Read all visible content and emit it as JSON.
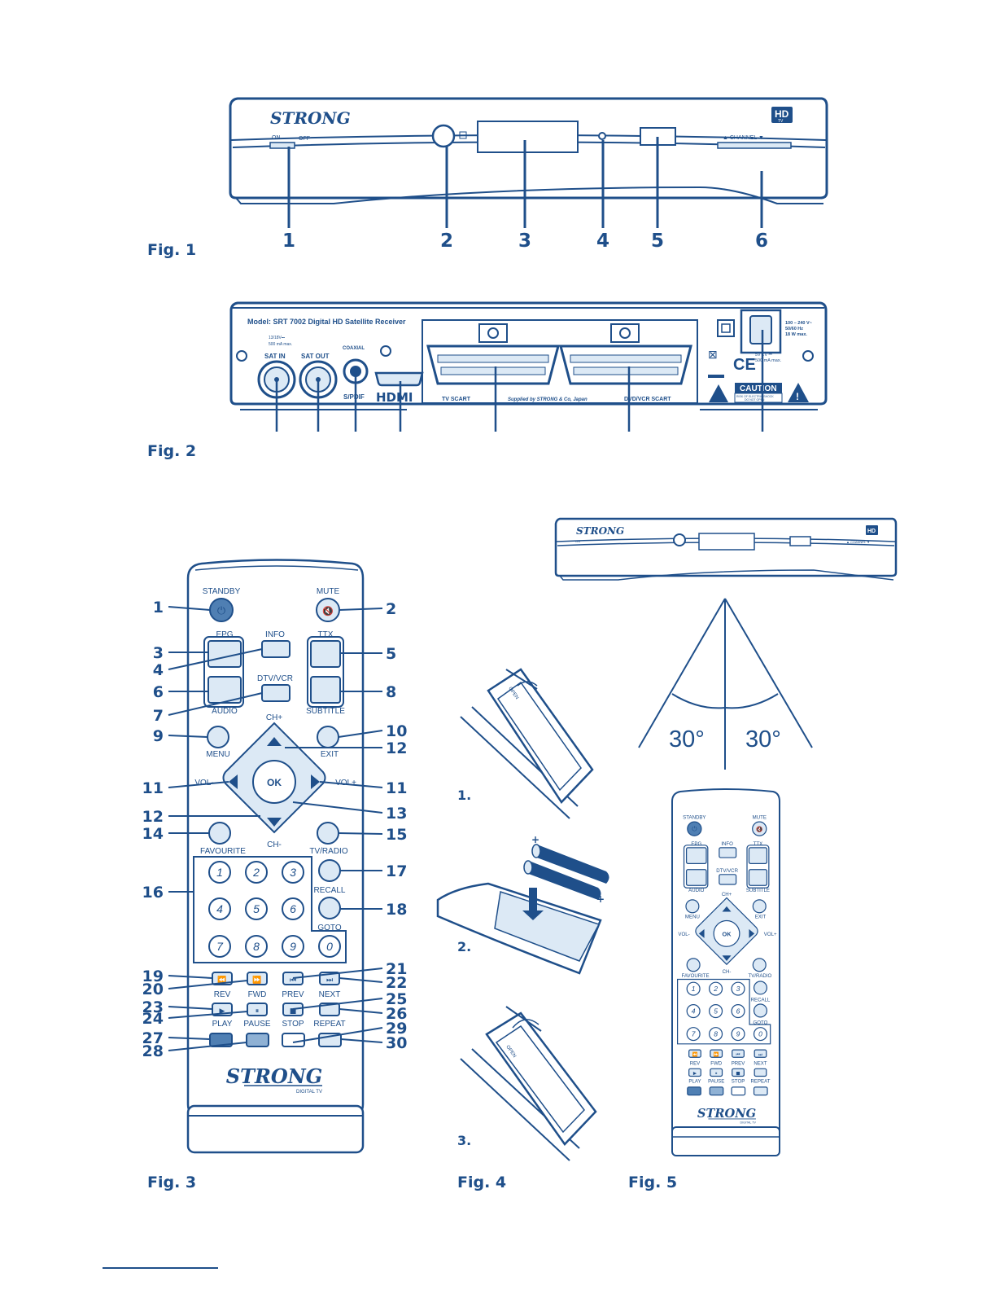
{
  "brand": "STRONG",
  "hd_badge": "HD",
  "hd_sub": "TV",
  "figures": {
    "fig1": "Fig. 1",
    "fig2": "Fig. 2",
    "fig3": "Fig. 3",
    "fig4": "Fig. 4",
    "fig5": "Fig. 5"
  },
  "front_panel": {
    "on_label": "ON",
    "off_label": "OFF",
    "channel_label": "▲ CHANNEL ▼",
    "callouts": [
      "1",
      "2",
      "3",
      "4",
      "5",
      "6"
    ]
  },
  "rear_panel": {
    "model": "Model: SRT 7002 Digital HD Satellite Receiver",
    "lnb_power": "13/18V⎓",
    "lnb_current": "500 mA max.",
    "sat_in": "SAT IN",
    "sat_out": "SAT OUT",
    "coaxial": "COAXIAL",
    "spdif": "S/PDIF",
    "hdmi": "HDMI",
    "tv_scart": "TV SCART",
    "supplied": "Supplied by STRONG & Co, Japan",
    "dvd_scart": "DVD/VCR SCART",
    "power_spec": [
      "100 – 240 V~",
      "50/60 Hz",
      "18 W max."
    ],
    "usb_spec": [
      "5V 1V ⎓",
      "500 mA max."
    ],
    "caution": "CAUTION",
    "caution_sub": [
      "RISK OF ELECTRIC SHOCK",
      "DO NOT OPEN"
    ]
  },
  "remote": {
    "buttons": {
      "standby": "STANDBY",
      "mute": "MUTE",
      "epg": "EPG",
      "info": "INFO",
      "ttx": "TTX",
      "audio": "AUDIO",
      "dtv_vcr": "DTV/VCR",
      "subtitle": "SUBTITLE",
      "ch_plus": "CH+",
      "ch_minus": "CH-",
      "menu": "MENU",
      "exit": "EXIT",
      "vol_minus": "VOL-",
      "vol_plus": "VOL+",
      "ok": "OK",
      "favourite": "FAVOURITE",
      "tv_radio": "TV/RADIO",
      "recall": "RECALL",
      "goto": "GOTO",
      "rev": "REV",
      "fwd": "FWD",
      "prev": "PREV",
      "next": "NEXT",
      "play": "PLAY",
      "pause": "PAUSE",
      "stop": "STOP",
      "repeat": "REPEAT"
    },
    "digits": [
      "1",
      "2",
      "3",
      "4",
      "5",
      "6",
      "7",
      "8",
      "9",
      "0"
    ],
    "logo_sub": "DIGITAL TV",
    "callouts": [
      "1",
      "2",
      "3",
      "4",
      "5",
      "6",
      "7",
      "8",
      "9",
      "10",
      "11",
      "12",
      "11",
      "12",
      "13",
      "14",
      "15",
      "16",
      "17",
      "18",
      "19",
      "20",
      "21",
      "22",
      "23",
      "24",
      "25",
      "26",
      "27",
      "28",
      "29",
      "30"
    ]
  },
  "battery_steps": {
    "step1": "1.",
    "step2": "2.",
    "step3": "3.",
    "open": "OPEN"
  },
  "angles": {
    "left": "30°",
    "right": "30°"
  },
  "colors": {
    "ink": "#1f4f8a",
    "light": "#dce9f5",
    "btn_dark": "#4f7fb3",
    "btn_mid": "#8fb1d4"
  }
}
